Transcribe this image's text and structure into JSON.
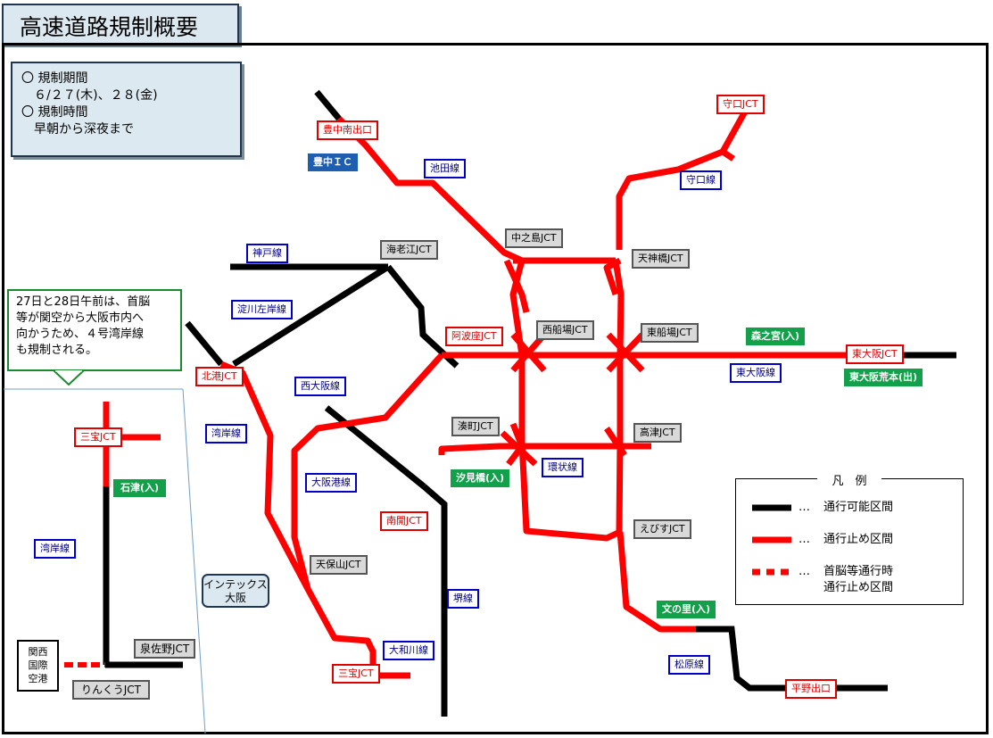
{
  "title": "高速道路規制概要",
  "info": {
    "line1": "〇 規制期間",
    "line2": "　６/２７(木)、２８(金)",
    "line3": "〇 規制時間",
    "line4": "　早朝から深夜まで"
  },
  "note": {
    "line1": "27日と28日午前は、首脳",
    "line2": "等が関空から大阪市内へ",
    "line3": "向かうため、４号湾岸線",
    "line4": "も規制される。"
  },
  "labels": {
    "toyonaka_minami": "豊中南出口",
    "toyonaka_ic": "豊中ＩＣ",
    "ikeda": "池田線",
    "moriguchi_jct": "守口JCT",
    "moriguchi_line": "守口線",
    "kobe_line": "神戸線",
    "ebie": "海老江JCT",
    "nakanoshima": "中之島JCT",
    "tenjinbashi": "天神橋JCT",
    "yodogawa": "淀川左岸線",
    "nishisenba": "西船場JCT",
    "higashisenba": "東船場JCT",
    "awaza": "阿波座JCT",
    "morinomiya": "森之宮(入)",
    "higashiosaka_jct": "東大阪JCT",
    "higashiosaka_line": "東大阪線",
    "higashiosaka_arakamoto": "東大阪荒本(出)",
    "kitako": "北港JCT",
    "nishiosaka": "西大阪線",
    "minatomachi": "湊町JCT",
    "kozu": "高津JCT",
    "wangan_main": "湾岸線",
    "shiomibashi": "汐見橋(入)",
    "kanjo": "環状線",
    "osakako": "大阪港線",
    "nanko": "南開JCT",
    "ebisu": "えびすJCT",
    "tempozan": "天保山JCT",
    "sakai": "堺線",
    "mikunosato": "文の里(入)",
    "yamatogawa": "大和川線",
    "matsubara": "松原線",
    "mitakara_main": "三宝JCT",
    "hirano": "平野出口",
    "mitakara_inset": "三宝JCT",
    "ishizu": "石津(入)",
    "wangan_inset": "湾岸線",
    "izumisano": "泉佐野JCT",
    "rinku": "りんくうJCT"
  },
  "intex": {
    "line1": "インテックス",
    "line2": "大阪"
  },
  "kanku": {
    "line1": "関西",
    "line2": "国際",
    "line3": "空港"
  },
  "legend": {
    "title": "凡　例",
    "dots": "…",
    "open": "通行可能区間",
    "closed": "通行止め区間",
    "vip1": "首脳等通行時",
    "vip2": "通行止め区間"
  },
  "colors": {
    "closed": "#ff0000",
    "open": "#000000",
    "route_label": "#0000c8",
    "ramp_label": "#12a04a"
  }
}
